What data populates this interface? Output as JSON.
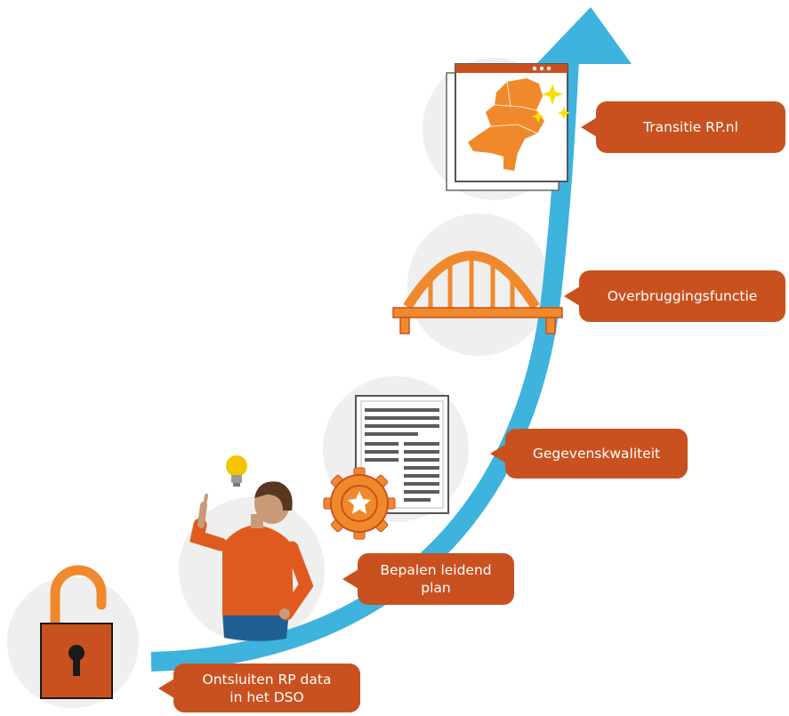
{
  "steps": [
    {
      "label": "Ontsluiten RP data\nin het DSO",
      "icon": "open-padlock-icon"
    },
    {
      "label": "Bepalen leidend\nplan",
      "icon": "person-idea-icon"
    },
    {
      "label": "Gegevenskwaliteit",
      "icon": "document-quality-icon"
    },
    {
      "label": "Overbruggingsfunctie",
      "icon": "bridge-icon"
    },
    {
      "label": "Transitie RP.nl",
      "icon": "netherlands-map-window-icon"
    }
  ],
  "colors": {
    "callout": "#c9511f",
    "arrow": "#3db3dd",
    "accent_orange": "#f0892b",
    "circle_bg": "#efefef",
    "skin": "#c99a78",
    "hair": "#5a3720",
    "jeans": "#1f5f8f",
    "bulb": "#f5c400"
  }
}
